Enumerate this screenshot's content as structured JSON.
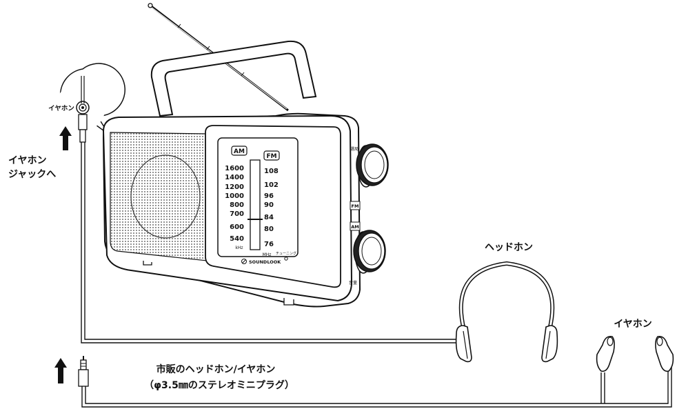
{
  "callout": {
    "jack_label": "イヤホン"
  },
  "arrow_note": {
    "line1": "イヤホン",
    "line2": "ジャックへ"
  },
  "radio": {
    "band_am": "AM",
    "band_fm": "FM",
    "am_scale": [
      "1600",
      "1400",
      "1200",
      "1000",
      "800",
      "700",
      "600",
      "540"
    ],
    "fm_scale": [
      "108",
      "102",
      "96",
      "90",
      "84",
      "80",
      "76"
    ],
    "am_unit": "kHz",
    "fm_unit": "MHz",
    "tuning_label": "チューニング",
    "brand": "SOUNDLOOK",
    "switch_fm": "FM",
    "switch_am": "AM",
    "top_knob_label": "選局",
    "bottom_knob_label": "音量"
  },
  "headphones_label": "ヘッドホン",
  "earphones_label": "イヤホン",
  "bottom_caption": {
    "line1": "市販のヘッドホン/イヤホン",
    "line2": "（φ3.5㎜のステレオミニプラグ）"
  }
}
